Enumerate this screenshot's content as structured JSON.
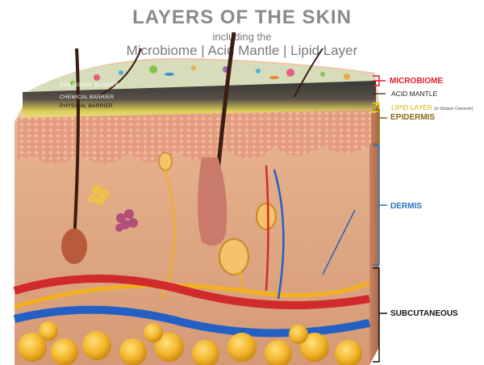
{
  "title": {
    "main": "LAYERS OF THE SKIN",
    "sub1": "including the",
    "sub2": "Microbiome | Acid Mantle | Lipid Layer"
  },
  "barriers": {
    "biological": "BIOLOGICAL BARRIER",
    "chemical": "CHEMICAL BARRIER",
    "physical": "PHYSICAL BARRIER"
  },
  "labels": {
    "microbiome": "MICROBIOME",
    "acid_mantle": "ACID MANTLE",
    "lipid_layer": "LIPID LAYER",
    "lipid_note": "(in Stratum Corneum)",
    "epidermis": "EPIDERMIS",
    "dermis": "DERMIS",
    "subcutaneous": "SUBCUTANEOUS"
  },
  "colors": {
    "microbiome": "#e0202a",
    "lipid": "#e4d000",
    "epidermis": "#8a6a10",
    "dermis": "#2c6fc0",
    "subcutaneous": "#111111"
  }
}
